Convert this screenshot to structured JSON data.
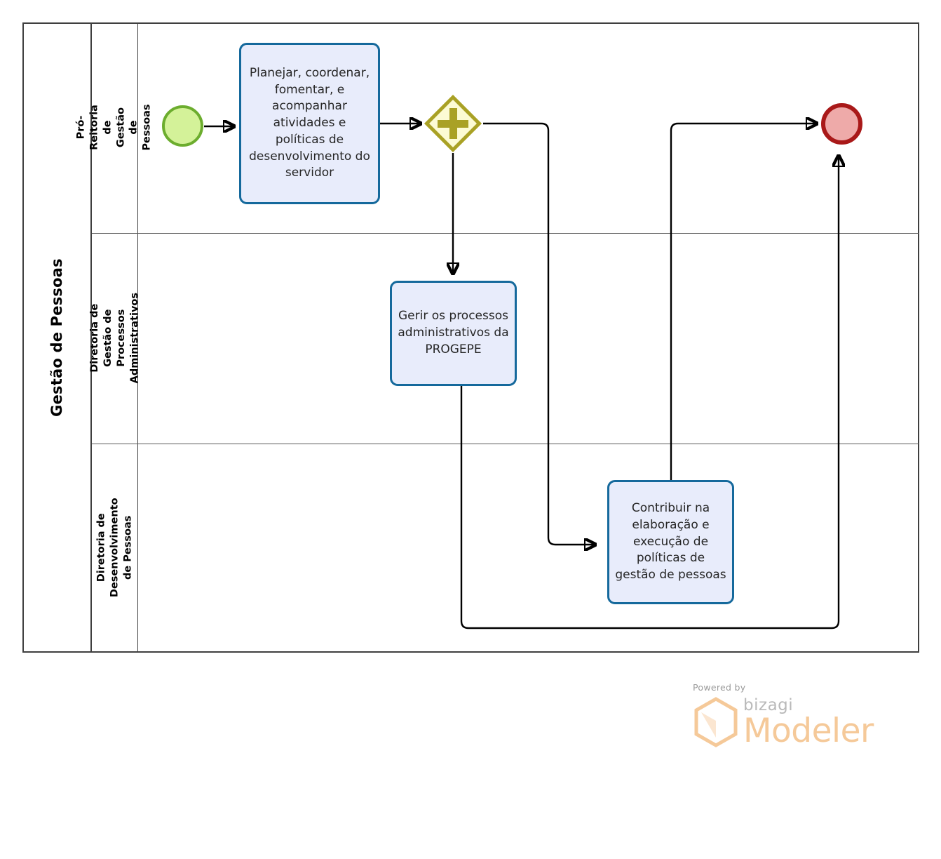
{
  "diagram": {
    "type": "bpmn-process",
    "pool": {
      "label": "Gestão de Pessoas"
    },
    "lanes": [
      {
        "id": "lane-pro-reitoria",
        "label": "Pró-Reitoria de Gestão de Pessoas"
      },
      {
        "id": "lane-processos-adm",
        "label": "Diretoria de Gestão de Processos Administrativos"
      },
      {
        "id": "lane-desenvolvimento",
        "label": "Diretoria de Desenvolvimento de Pessoas"
      }
    ],
    "nodes": {
      "start_event": {
        "name": "start-event",
        "type": "start-event",
        "label": "",
        "lane": "lane-pro-reitoria",
        "fill": "#d4f299",
        "stroke": "#6cad2e"
      },
      "task_planejar": {
        "name": "task-planejar",
        "type": "task",
        "label": "Planejar, coordenar, fomentar, e acompanhar atividades e políticas de desenvolvimento do servidor",
        "lane": "lane-pro-reitoria",
        "fill": "#e8ecfb",
        "stroke": "#15699c"
      },
      "gateway_parallel": {
        "name": "parallel-gateway",
        "type": "parallel-gateway",
        "label": "",
        "lane": "lane-pro-reitoria",
        "fill": "#fcfbd4",
        "stroke": "#a9a125"
      },
      "task_gerir": {
        "name": "task-gerir",
        "type": "task",
        "label": "Gerir os processos administrativos da PROGEPE",
        "lane": "lane-processos-adm",
        "fill": "#e8ecfb",
        "stroke": "#15699c"
      },
      "task_contribuir": {
        "name": "task-contribuir",
        "type": "task",
        "label": "Contribuir na elaboração e execução de políticas de gestão de pessoas",
        "lane": "lane-desenvolvimento",
        "fill": "#e8ecfb",
        "stroke": "#15699c"
      },
      "end_event": {
        "name": "end-event",
        "type": "end-event",
        "label": "",
        "lane": "lane-pro-reitoria",
        "fill": "#eeaaa9",
        "stroke": "#a91919"
      }
    },
    "flows": [
      {
        "from": "start_event",
        "to": "task_planejar",
        "label": ""
      },
      {
        "from": "task_planejar",
        "to": "gateway_parallel",
        "label": ""
      },
      {
        "from": "gateway_parallel",
        "to": "task_gerir",
        "label": ""
      },
      {
        "from": "gateway_parallel",
        "to": "task_contribuir",
        "label": ""
      },
      {
        "from": "task_contribuir",
        "to": "end_event",
        "label": ""
      },
      {
        "from": "task_gerir",
        "to": "end_event",
        "label": ""
      }
    ]
  },
  "watermark": {
    "powered_by": "Powered by",
    "brand": "bizagi",
    "product": "Modeler",
    "brand_color": "#f5c999"
  }
}
